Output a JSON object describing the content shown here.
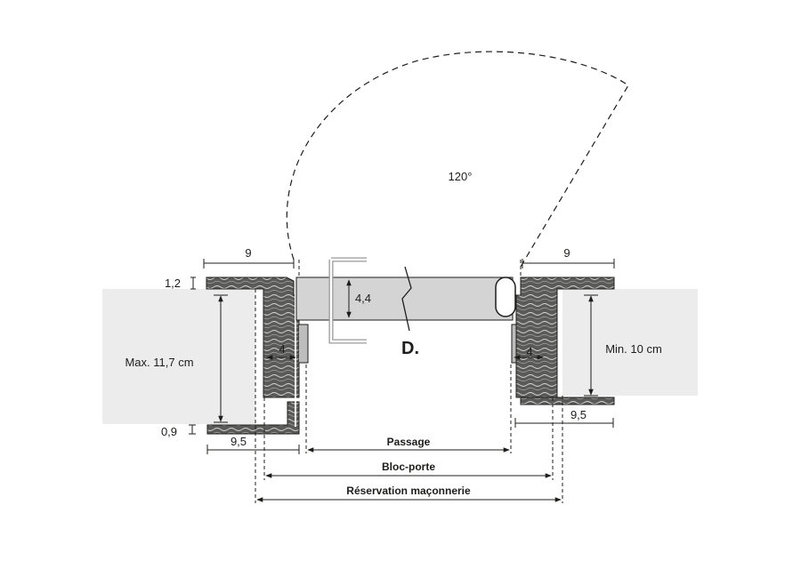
{
  "labels": {
    "angle": "120°",
    "left_depth_top": "9",
    "right_depth_top": "9",
    "left_cover": "1,2",
    "left_wall": "Max. 11,7 cm",
    "right_wall": "Min. 10 cm",
    "left_bottom_cover": "0,9",
    "left_bottom_depth": "9,5",
    "right_bottom_depth": "9,5",
    "door_thickness": "4,4",
    "left_frame": "4",
    "right_frame": "4",
    "door_letter": "D.",
    "passage": "Passage",
    "bloc_porte": "Bloc-porte",
    "reservation": "Réservation maçonnerie"
  },
  "colors": {
    "wall": "#ececec",
    "door": "#d4d4d4",
    "wood": "#5a5a58",
    "line": "#1d1d1b"
  }
}
